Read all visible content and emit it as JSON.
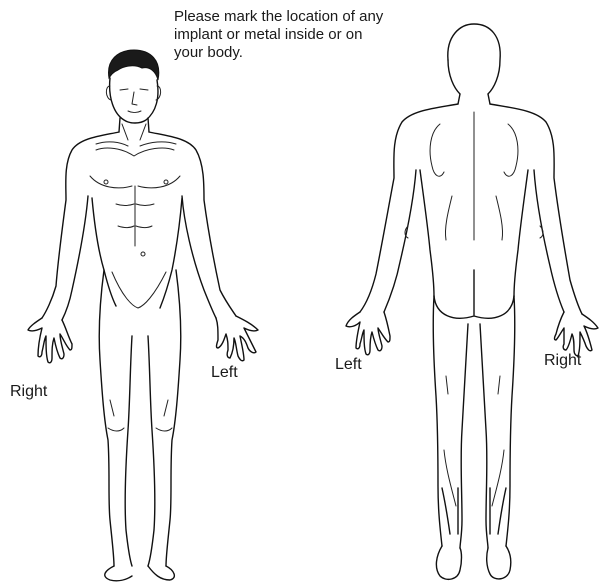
{
  "instruction": {
    "line1": "Please mark the location of any",
    "line2": "implant or metal inside or on",
    "line3": "your body."
  },
  "front_view": {
    "right_label": "Right",
    "left_label": "Left"
  },
  "back_view": {
    "left_label": "Left",
    "right_label": "Right"
  },
  "colors": {
    "ink": "#111111",
    "background": "#ffffff"
  }
}
